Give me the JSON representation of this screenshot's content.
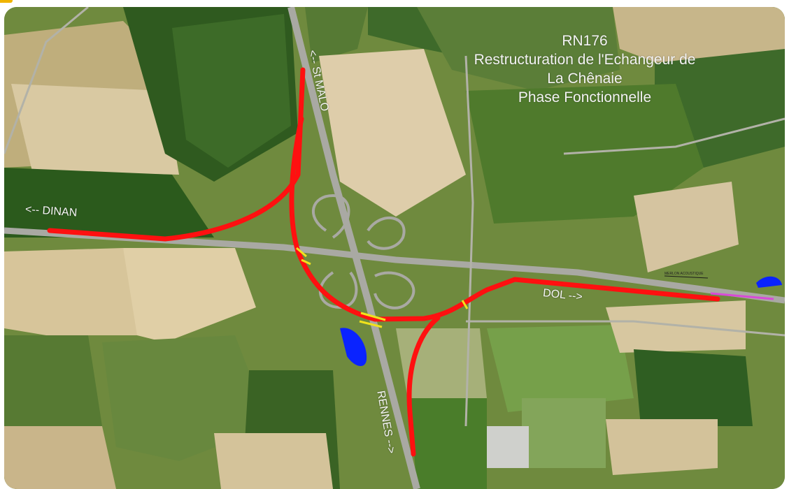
{
  "map": {
    "title_lines": [
      "RN176",
      "Restructuration de l'Echangeur de",
      "La Chênaie",
      "Phase Fonctionnelle"
    ],
    "direction_labels": {
      "dinan": "<-- DINAN",
      "st_malo": "<-- St MALO",
      "dol": "DOL -->",
      "rennes": "RENNES -->"
    },
    "small_label": "MERLON ACOUSTIQUE",
    "colors": {
      "proposed_road": "#ff1010",
      "existing_road": "#a9a9a3",
      "marker_yellow": "#f1e21c",
      "water_blue": "#0a23ff",
      "magenta_line": "#d84bd6"
    }
  }
}
